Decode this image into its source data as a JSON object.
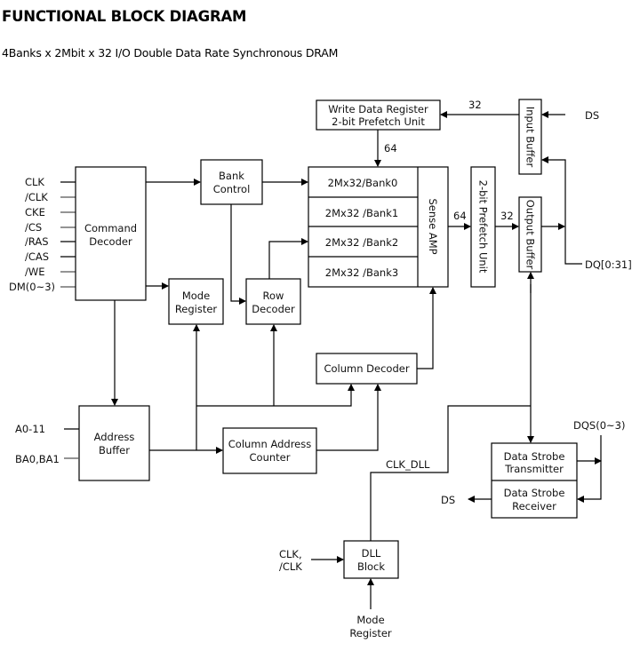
{
  "header": {
    "title": "FUNCTIONAL BLOCK DIAGRAM",
    "subtitle": "4Banks x 2Mbit x 32 I/O Double Data Rate Synchronous DRAM"
  },
  "inputs": {
    "command_pins": [
      "CLK",
      "/CLK",
      "CKE",
      "/CS",
      "/RAS",
      "/CAS",
      "/WE",
      "DM(0~3)"
    ],
    "address_pins": [
      "A0-11",
      "BA0,BA1"
    ],
    "dll_clock": [
      "CLK,",
      "/CLK"
    ],
    "dll_mode": [
      "Mode",
      "Register"
    ]
  },
  "blocks": {
    "command_decoder": [
      "Command",
      "Decoder"
    ],
    "bank_control": [
      "Bank",
      "Control"
    ],
    "mode_register": [
      "Mode",
      "Register"
    ],
    "row_decoder": [
      "Row",
      "Decoder"
    ],
    "column_decoder": "Column Decoder",
    "address_buffer": [
      "Address",
      "Buffer"
    ],
    "column_address_counter": [
      "Column Address",
      "Counter"
    ],
    "write_data_register": [
      "Write Data Register",
      "2-bit Prefetch Unit"
    ],
    "banks": [
      "2Mx32/Bank0",
      "2Mx32 /Bank1",
      "2Mx32 /Bank2",
      "2Mx32 /Bank3"
    ],
    "sense_amp": "Sense AMP",
    "prefetch_unit": "2-bit Prefetch Unit",
    "input_buffer": "Input Buffer",
    "output_buffer": "Output Buffer",
    "data_strobe_transmitter": [
      "Data Strobe",
      "Transmitter"
    ],
    "data_strobe_receiver": [
      "Data Strobe",
      "Receiver"
    ],
    "dll_block": [
      "DLL",
      "Block"
    ]
  },
  "signals": {
    "bus_write": "32",
    "bus_write_to_bank": "64",
    "bus_sense_out": "64",
    "bus_prefetch_out": "32",
    "ds_in": "DS",
    "dq": "DQ[0:31]",
    "dqs": "DQS(0~3)",
    "ds_out": "DS",
    "clk_dll": "CLK_DLL"
  }
}
